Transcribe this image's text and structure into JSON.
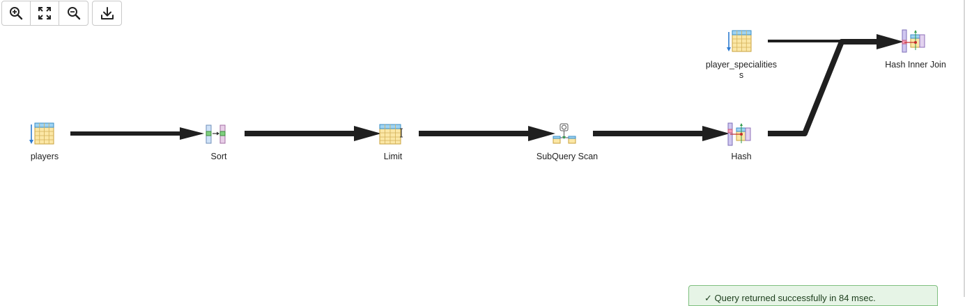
{
  "toolbar": {
    "zoom_in": "zoom-in-icon",
    "zoom_fit": "zoom-fit-icon",
    "zoom_out": "zoom-out-icon",
    "download": "download-icon"
  },
  "nodes": {
    "players": "players",
    "sort": "Sort",
    "limit": "Limit",
    "subquery_scan": "SubQuery Scan",
    "hash": "Hash",
    "player_specialities_line1": "player_specialities",
    "player_specialities_line2": "s",
    "hash_inner_join": "Hash Inner Join"
  },
  "toast": {
    "text": "✓ Query returned successfully in 84 msec."
  },
  "colors": {
    "edge": "#1f1f1f",
    "toast_bg": "#e6f4e6",
    "toast_border": "#7fbf7f"
  }
}
